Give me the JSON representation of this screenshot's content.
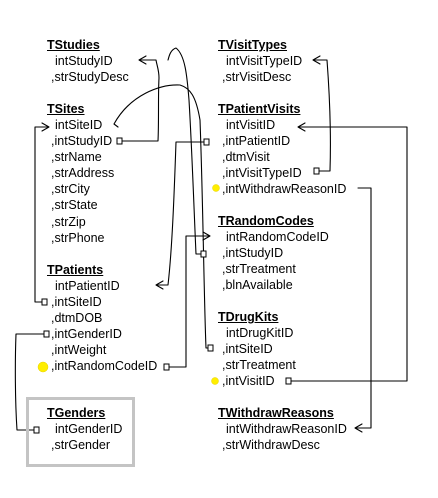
{
  "tables": [
    {
      "id": "studies",
      "name": "TStudies",
      "pk": "intStudyID",
      "fields": [
        ",strStudyDesc"
      ]
    },
    {
      "id": "sites",
      "name": "TSites",
      "pk": "intSiteID",
      "fields": [
        ",intStudyID",
        ",strName",
        ",strAddress",
        ",strCity",
        ",strState",
        ",strZip",
        ",strPhone"
      ]
    },
    {
      "id": "patients",
      "name": "TPatients",
      "pk": "intPatientID",
      "fields": [
        ",intSiteID",
        ",dtmDOB",
        ",intGenderID",
        ",intWeight",
        ",intRandomCodeID"
      ]
    },
    {
      "id": "genders",
      "name": "TGenders",
      "pk": "intGenderID",
      "fields": [
        ",strGender"
      ]
    },
    {
      "id": "visittypes",
      "name": "TVisitTypes",
      "pk": "intVisitTypeID",
      "fields": [
        ",strVisitDesc"
      ]
    },
    {
      "id": "patientvisits",
      "name": "TPatientVisits",
      "pk": "intVisitID",
      "fields": [
        ",intPatientID",
        ",dtmVisit",
        ",intVisitTypeID",
        ",intWithdrawReasonID"
      ]
    },
    {
      "id": "randomcodes",
      "name": "TRandomCodes",
      "pk": "intRandomCodeID",
      "fields": [
        ",intStudyID",
        ",strTreatment",
        ",blnAvailable"
      ]
    },
    {
      "id": "drugkits",
      "name": "TDrugKits",
      "pk": "intDrugKitID",
      "fields": [
        ",intSiteID",
        ",strTreatment",
        ",intVisitID"
      ]
    },
    {
      "id": "withdrawreasons",
      "name": "TWithdrawReasons",
      "pk": "intWithdrawReasonID",
      "fields": [
        ",strWithdrawDesc"
      ]
    }
  ],
  "colors": {
    "line": "#000000",
    "highlight": "#ffee00",
    "box_border": "#c4c4c4"
  }
}
